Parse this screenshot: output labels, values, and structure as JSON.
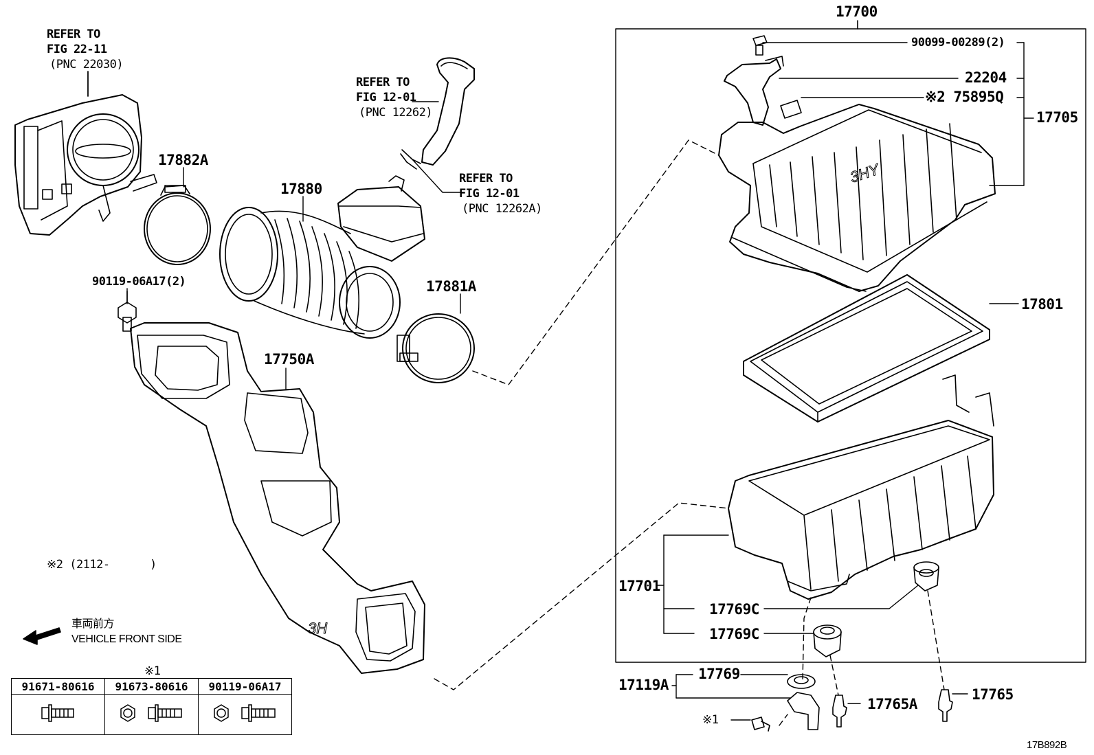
{
  "assembly": "17700",
  "refs": {
    "throttle": {
      "l1": "REFER TO",
      "l2": "FIG 22-11",
      "l3": "(PNC 22030)"
    },
    "hose1": {
      "l1": "REFER TO",
      "l2": "FIG 12-01",
      "l3": "(PNC 12262)"
    },
    "hose2": {
      "l1": "REFER TO",
      "l2": "FIG 12-01",
      "l3": "(PNC 12262A)"
    }
  },
  "parts": {
    "p17882A": "17882A",
    "p17880": "17880",
    "p90119": "90119-06A17(2)",
    "p17881A": "17881A",
    "p17750A": "17750A",
    "p90099": "90099-00289(2)",
    "p22204": "22204",
    "p75895Q": "※2 75895Q",
    "p17705": "17705",
    "p17801": "17801",
    "p17701": "17701",
    "p17769C_1": "17769C",
    "p17769C_2": "17769C",
    "p17119A": "17119A",
    "p17769": "17769",
    "p17765A": "17765A",
    "p17765": "17765",
    "mark1": "※1"
  },
  "note": "※2 (2112-      )",
  "direction": {
    "jp": "車両前方",
    "en": "VEHICLE FRONT SIDE"
  },
  "table": {
    "group_mark": "※1",
    "headers": [
      "91671-80616",
      "91673-80616",
      "90119-06A17"
    ]
  },
  "drawing_id": "17B892B"
}
